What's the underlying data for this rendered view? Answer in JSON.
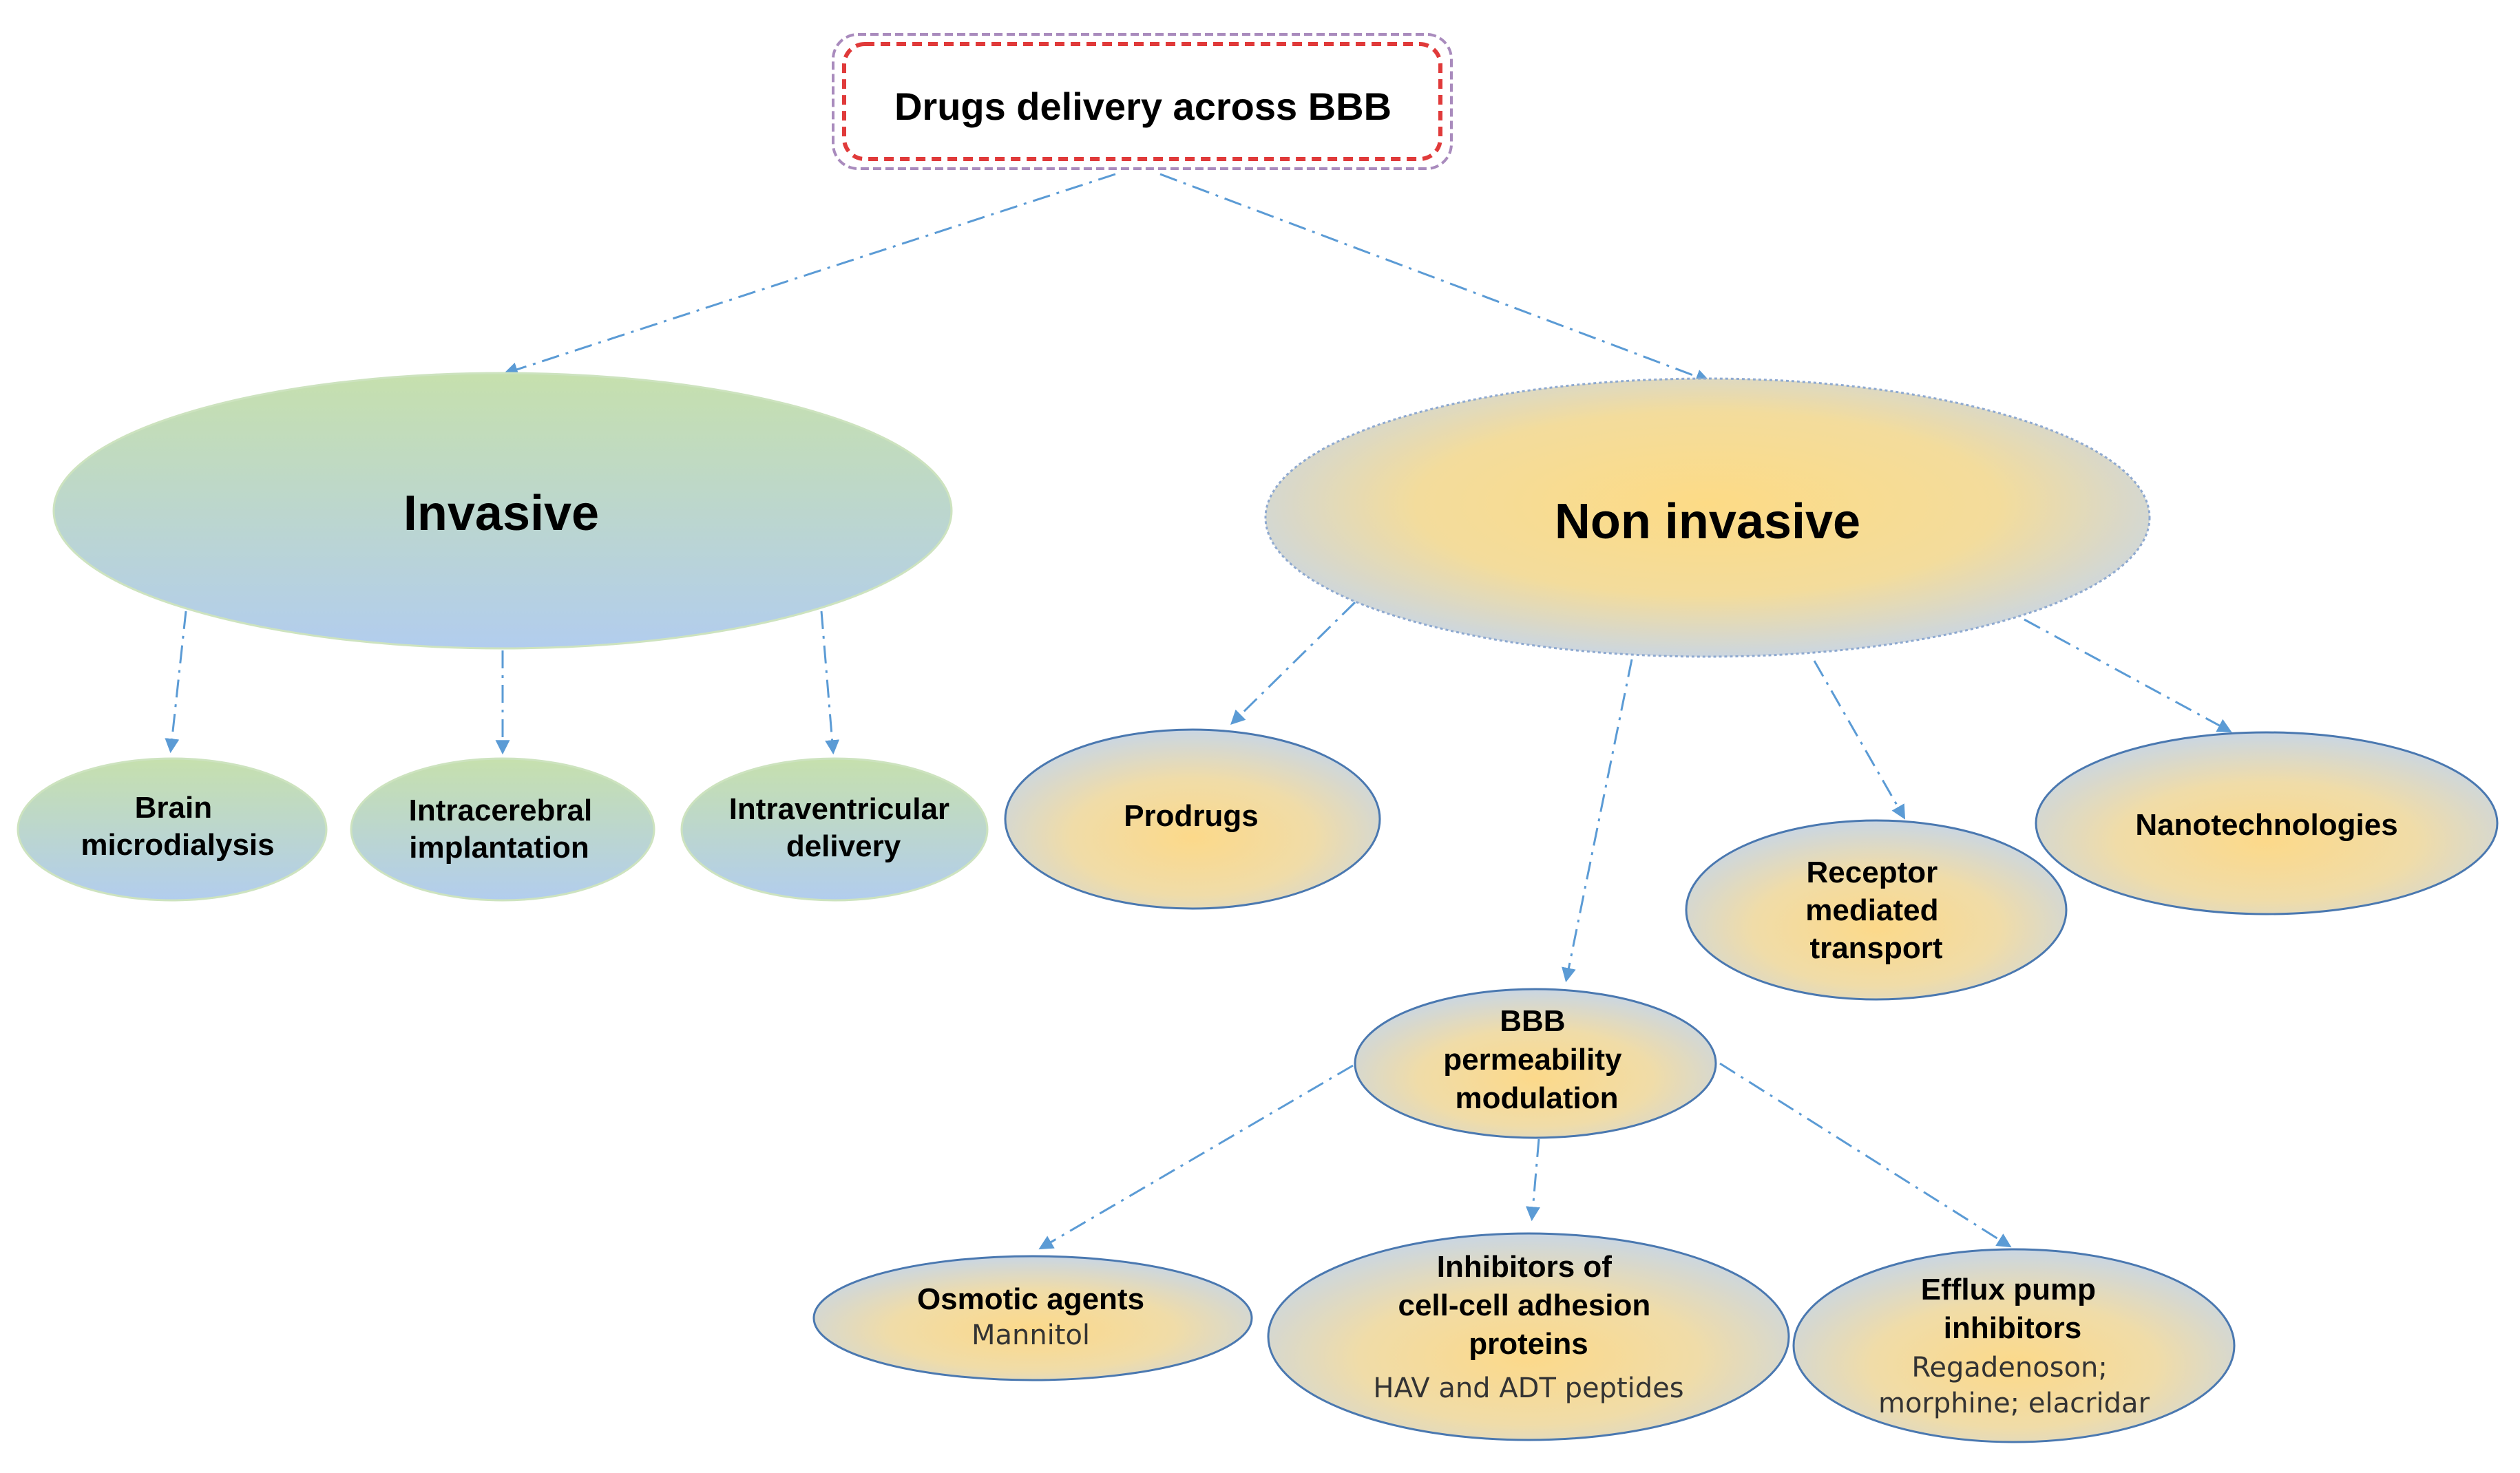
{
  "title": "Drugs delivery across BBB",
  "nodes": {
    "invasive": "Invasive",
    "non_invasive": "Non invasive",
    "brain_microdialysis": [
      "Brain",
      "microdialysis"
    ],
    "intracerebral_implantation": [
      "Intracerebral",
      "implantation"
    ],
    "intraventricular_delivery": [
      "Intraventricular",
      "delivery"
    ],
    "prodrugs": "Prodrugs",
    "receptor_mediated_transport": [
      "Receptor",
      "mediated",
      "transport"
    ],
    "nanotechnologies": "Nanotechnologies",
    "bbb_permeability_modulation": [
      "BBB",
      "permeability",
      "modulation"
    ],
    "osmotic_agents": {
      "label": "Osmotic agents",
      "examples": [
        "Mannitol"
      ]
    },
    "cell_adhesion_inhibitors": {
      "label": [
        "Inhibitors of",
        "cell-cell adhesion",
        "proteins"
      ],
      "examples": [
        "HAV and ADT peptides"
      ]
    },
    "efflux_pump_inhibitors": {
      "label": [
        "Efflux pump",
        "inhibitors"
      ],
      "examples": [
        "Regadenoson;",
        "morphine; elacridar"
      ]
    }
  },
  "colors": {
    "edge": "#5b9bd5",
    "title_border_red": "#e03a3a",
    "title_border_purple": "#a98bbd",
    "invasive_fill_top": "#c3dfb0",
    "invasive_fill_bottom": "#b4cfee",
    "noninvasive_center": "#fcdc8c",
    "noninvasive_edge": "#c4d6ee"
  }
}
